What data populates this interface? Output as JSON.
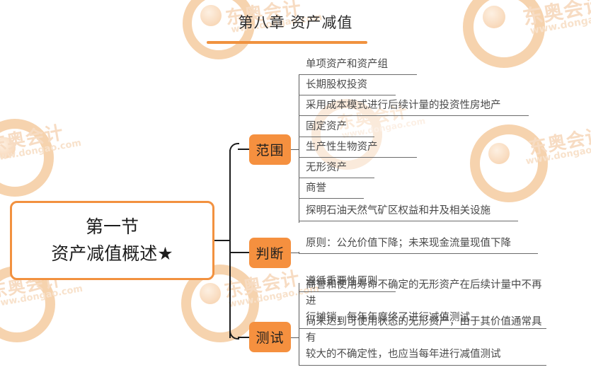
{
  "document": {
    "title": "第八章 资产减值",
    "root_node": "第一节\n资产减值概述★"
  },
  "watermarks": {
    "brand_text": "东奥会计",
    "url_text": "www.dongao.com",
    "logo_icon": "dongao-ring-logo"
  },
  "colors": {
    "accent_orange": "#F5903F",
    "title_rule": "#F0923F",
    "connector": "#1C1C1C",
    "leaf_rule": "#6B6B6B",
    "text_dark": "#1D1D1D",
    "text_leaf": "#4A4A4A",
    "watermark": "#F7DCC3"
  },
  "branches": [
    {
      "label": "范围",
      "items": [
        "单项资产和资产组",
        "长期股权投资",
        "采用成本模式进行后续计量的投资性房地产",
        "固定资产",
        "生产性生物资产",
        "无形资产",
        "商誉",
        "探明石油天然气矿区权益和井及相关设施"
      ]
    },
    {
      "label": "判断",
      "items": [
        "原则：公允价值下降；未来现金流量现值下降"
      ]
    },
    {
      "label": "测试",
      "items": [
        "遵循重要性原则",
        "商誉和使用寿命不确定的无形资产在后续计量中不再进\n行摊销，每年年度终了进行减值测试",
        "尚未达到可使用状态的无形资产，由于其价值通常具有\n较大的不确定性，也应当每年进行减值测试"
      ]
    }
  ]
}
